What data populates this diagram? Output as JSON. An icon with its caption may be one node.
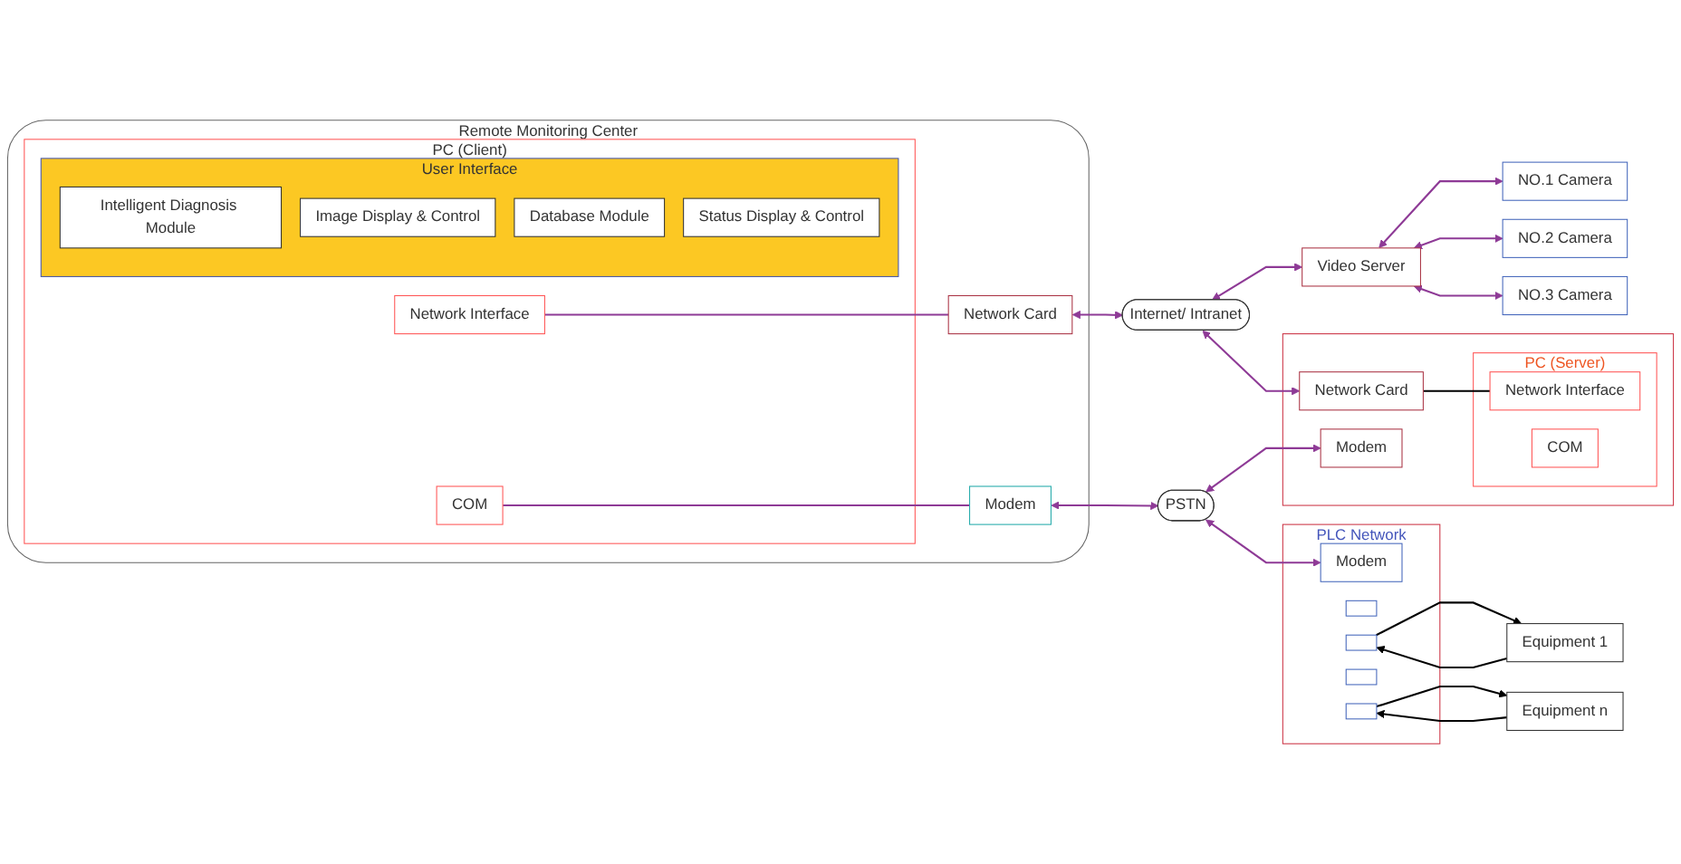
{
  "diagram": {
    "nodes": [
      {
        "text": [
          "Remote Monitoring Center"
        ]
      },
      {
        "text": [
          "PC (Client)"
        ],
        "in": 0
      },
      {
        "text": [
          "User Interface"
        ],
        "in": 1
      },
      {
        "text": [
          "Intelligent Diagnosis Module"
        ],
        "in": 2
      },
      {
        "text": [
          "Image Display & Control"
        ],
        "in": 2
      },
      {
        "text": [
          "Database Module"
        ],
        "in": 2
      },
      {
        "text": [
          "Status Display & Control"
        ],
        "in": 2
      },
      {
        "text": [
          "Network Interface"
        ],
        "in": 1
      },
      {
        "text": [
          "COM"
        ],
        "in": 1
      },
      {
        "text": [
          "Network Card"
        ],
        "in": 0
      },
      {
        "text": [
          "Modem"
        ],
        "in": 0
      },
      {
        "text": [
          "Internet/ Intranet"
        ]
      },
      {
        "text": [
          "PSTN"
        ]
      },
      {
        "text": [
          "Video Server"
        ]
      },
      {
        "text": [
          "NO.1 Camera"
        ]
      },
      {
        "text": [
          "NO.2 Camera"
        ]
      },
      {
        "text": [
          "NO.3 Camera"
        ]
      },
      {
        "text": [],
        "shape": "box"
      },
      {
        "text": [
          "Network Card"
        ],
        "in": 17
      },
      {
        "text": [
          "PC (Server)"
        ],
        "in": 17
      },
      {
        "text": [
          "Network Interface"
        ],
        "in": 19
      },
      {
        "text": [
          "COM"
        ],
        "in": 19
      },
      {
        "text": [
          "Modem"
        ],
        "in": 17
      },
      {
        "text": [
          "PLC Network"
        ]
      },
      {
        "text": [
          "Modem"
        ],
        "in": 23
      },
      {
        "text": [],
        "shape": "box",
        "in": 23
      },
      {
        "text": [],
        "shape": "box",
        "in": 23
      },
      {
        "text": [],
        "shape": "box",
        "in": 23
      },
      {
        "text": [],
        "shape": "box",
        "in": 23
      },
      {
        "text": [
          "Equipment 1"
        ]
      },
      {
        "text": [
          "Equipment n"
        ]
      }
    ],
    "edges": [
      {
        "from": 7,
        "to": 9,
        "arrow": "none"
      },
      {
        "from": 8,
        "to": 10,
        "arrow": "none"
      },
      {
        "from": 9,
        "to": 11,
        "arrow": "both"
      },
      {
        "from": 10,
        "to": 12,
        "arrow": "both"
      },
      {
        "from": 11,
        "to": 13,
        "arrow": "both"
      },
      {
        "from": 13,
        "to": 14,
        "arrow": "both"
      },
      {
        "from": 13,
        "to": 15,
        "arrow": "both"
      },
      {
        "from": 13,
        "to": 16,
        "arrow": "both"
      },
      {
        "from": 11,
        "to": 18,
        "arrow": "both"
      },
      {
        "from": 18,
        "to": 20,
        "arrow": "none",
        "color": "#000000"
      },
      {
        "from": 12,
        "to": 22,
        "arrow": "both"
      },
      {
        "from": 12,
        "to": 24,
        "arrow": "both"
      },
      {
        "from": 26,
        "to": 29,
        "arrow": "to",
        "color": "#000000"
      },
      {
        "from": 29,
        "to": 26,
        "arrow": "to",
        "color": "#000000"
      },
      {
        "from": 28,
        "to": 30,
        "arrow": "to",
        "color": "#000000"
      },
      {
        "from": 30,
        "to": 28,
        "arrow": "to",
        "color": "#000000"
      }
    ]
  }
}
